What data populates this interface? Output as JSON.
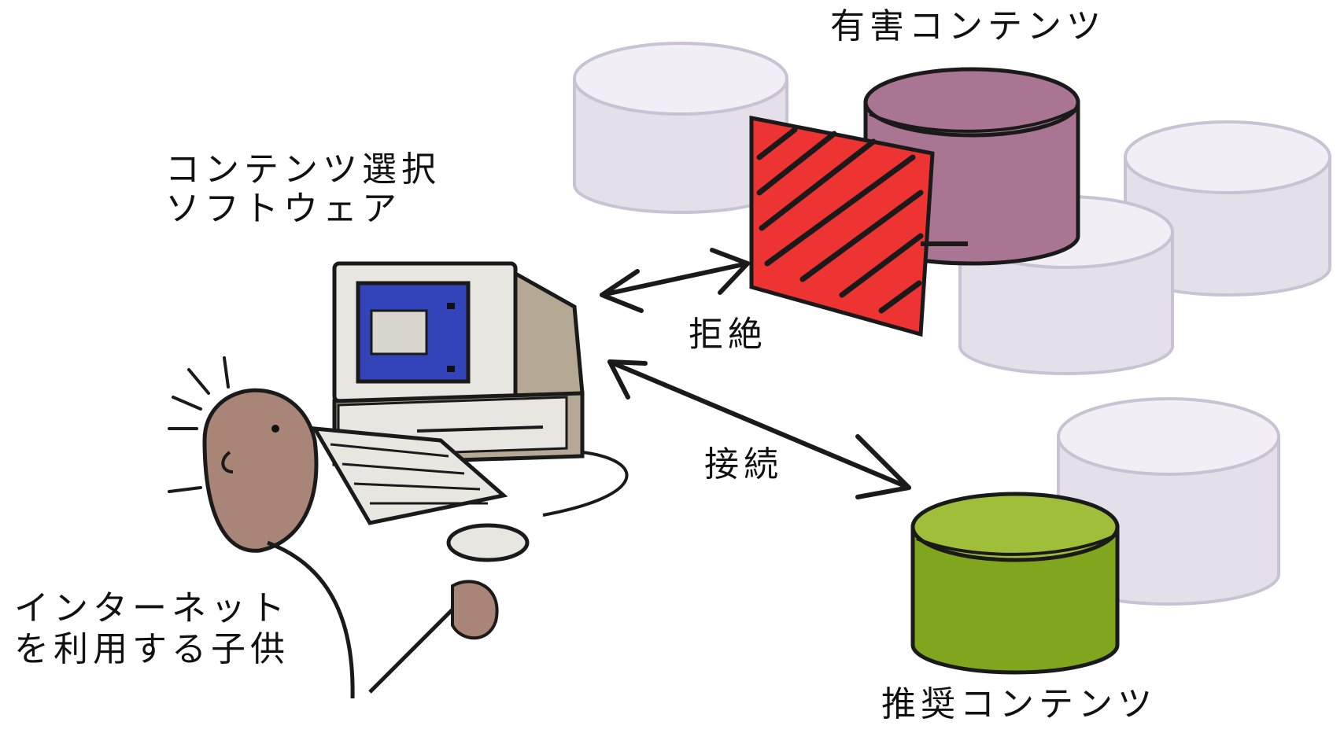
{
  "labels": {
    "harmful_content": "有害コンテンツ",
    "software_line1": "コンテンツ選択",
    "software_line2": "ソフトウェア",
    "reject": "拒絶",
    "connect": "接続",
    "child_line1": "インターネット",
    "child_line2": "を利用する子供",
    "recommended_content": "推奨コンテンツ"
  },
  "colors": {
    "harmful_db": "#a97592",
    "blocking_panel": "#ee3333",
    "recommended_db": "#7fa61c",
    "inactive_db": "#e4e0ea",
    "monitor_screen": "#3344bb",
    "computer_body": "#e8e6e0",
    "computer_shadow": "#b5a995",
    "child_skin": "#a88576"
  },
  "icons": {
    "computer": "desktop-computer-icon",
    "child": "child-figure-icon",
    "database": "database-cylinder-icon",
    "blocking_panel": "filter-block-panel-icon"
  }
}
